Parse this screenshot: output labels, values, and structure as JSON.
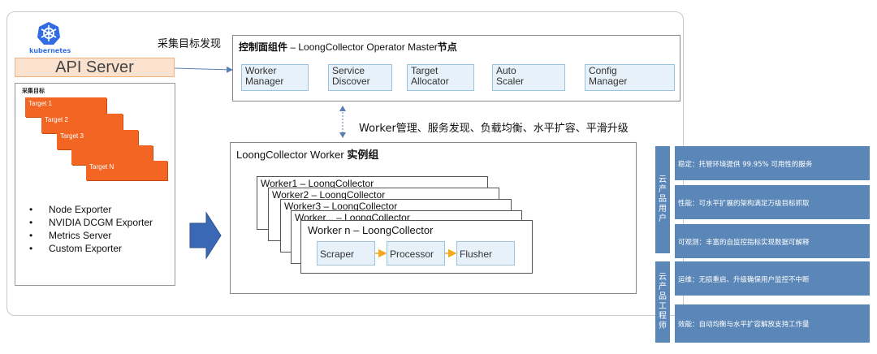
{
  "kubernetes": {
    "label": "kubernetes",
    "color": "#326ce5",
    "icon": "kubernetes-helm-icon"
  },
  "api_server": {
    "label": "API Server"
  },
  "discover_label": "采集目标发现",
  "targets": {
    "title": "采集目标",
    "items": [
      "Target 1",
      "Target 2",
      "Target 3",
      "",
      "Target N"
    ]
  },
  "exporters": [
    "Node Exporter",
    "NVIDIA DCGM Exporter",
    "Metrics Server",
    "Custom Exporter"
  ],
  "bullet": "•",
  "master": {
    "title_bold_prefix": "控制面组件",
    "title_mid": " – LoongCollector Operator Master",
    "title_bold_suffix": "节点",
    "components": [
      {
        "line1": "Worker",
        "line2": "Manager"
      },
      {
        "line1": "Service",
        "line2": "Discover"
      },
      {
        "line1": "Target",
        "line2": "Allocator"
      },
      {
        "line1": "Auto",
        "line2": "Scaler"
      },
      {
        "line1": "Config",
        "line2": "Manager"
      }
    ]
  },
  "mid_label": "Worker管理、服务发现、负载均衡、水平扩容、平滑升级",
  "worker_group": {
    "title": "LoongCollector Worker ",
    "title_bold": "实例组",
    "workers": [
      "Worker1 – LoongCollector",
      "Worker2 – LoongCollector",
      "Worker3 – LoongCollector",
      "Worker... – LoongCollector",
      "Worker n – LoongCollector"
    ],
    "pipeline": [
      "Scraper",
      "Processor",
      "Flusher"
    ]
  },
  "side": {
    "groups": [
      {
        "chars": [
          "云",
          "产",
          "品",
          "用",
          "户"
        ]
      },
      {
        "chars": [
          "云",
          "产",
          "品",
          "工",
          "程",
          "师"
        ]
      }
    ],
    "features": [
      "稳定：托管环境提供 99.95% 可用性的服务",
      "性能：可水平扩展的架构满足万级目标抓取",
      "可观测：丰富的自监控指标实现数据可解释",
      "运维：无损重启、升级确保用户监控不中断",
      "效能：自动均衡与水平扩容解放支持工作量"
    ]
  },
  "colors": {
    "target_orange": "#f26522",
    "api_bg": "#fbe2cf",
    "component_bg": "#e6f1f9",
    "side_blue": "#5b87b8",
    "arrow_blue": "#3b68b5",
    "pipeline_arrow": "#f5a623"
  }
}
